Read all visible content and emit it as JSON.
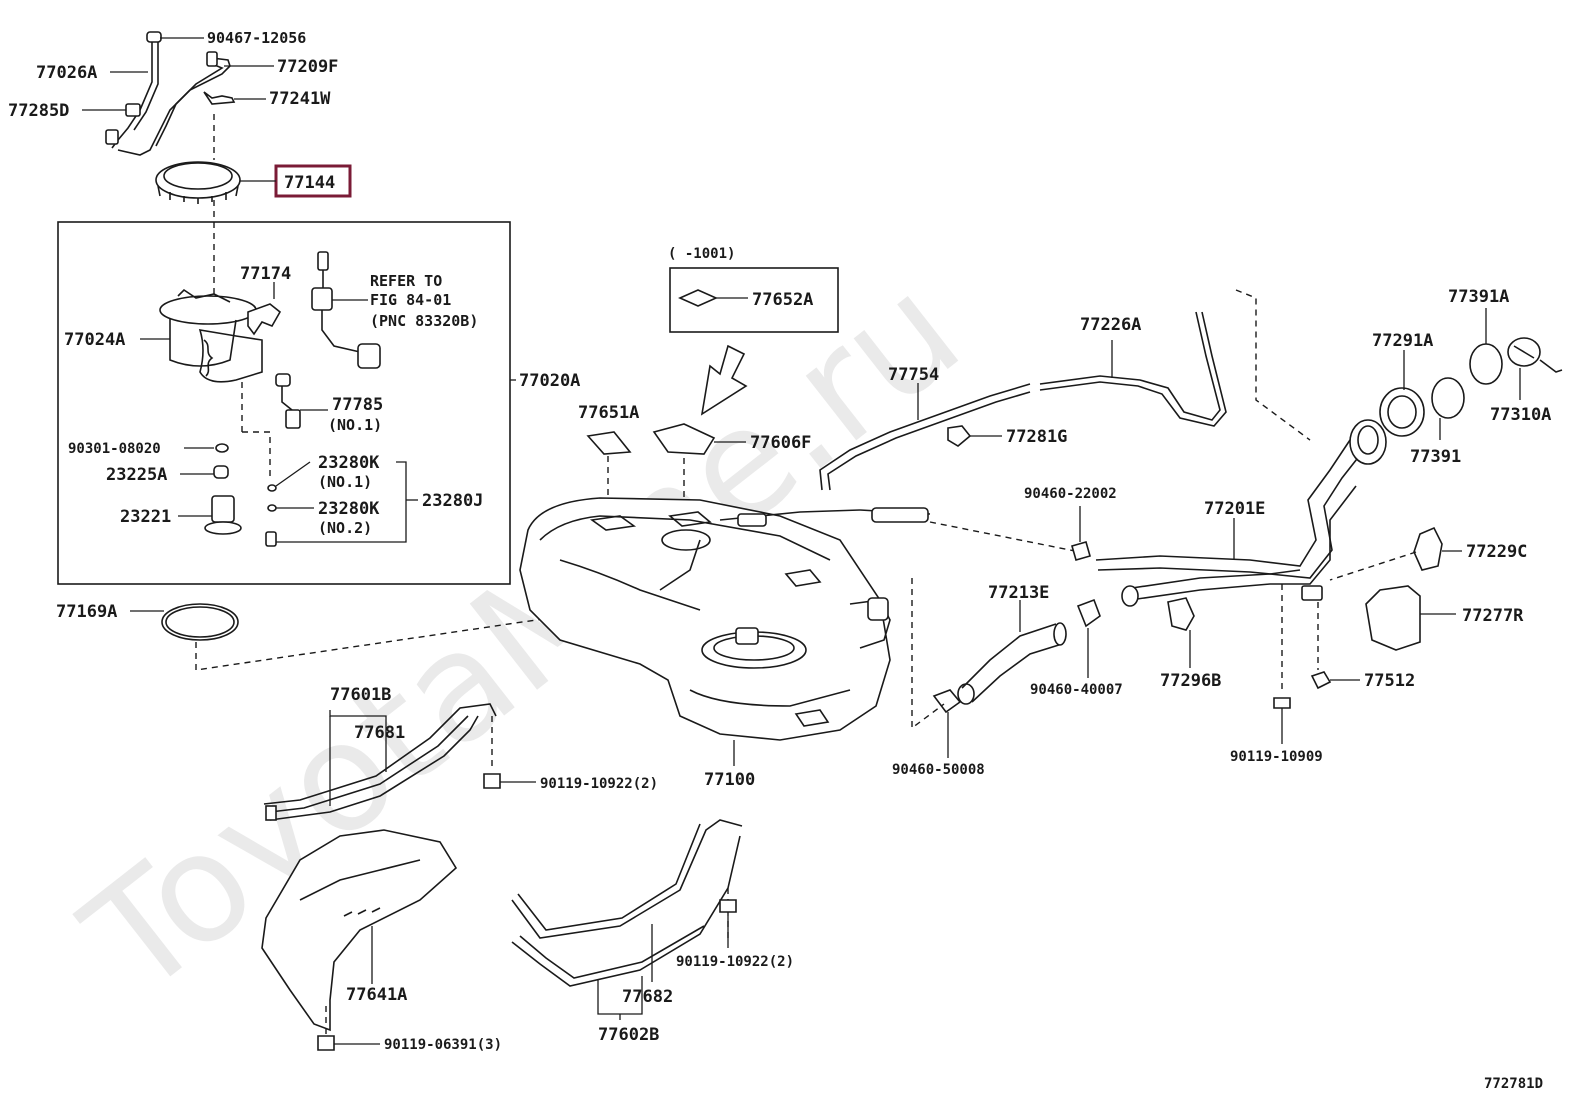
{
  "watermark": "ToyotaMine.ru",
  "highlight_color": "#7a1b36",
  "figure_code": "772781D",
  "refer_note": [
    "REFER TO",
    "FIG 84-01",
    "(PNC 83320B)"
  ],
  "serial_note": "(     -1001)",
  "labels": {
    "p90467_12056": "90467-12056",
    "p77026A": "77026A",
    "p77209F": "77209F",
    "p77241W": "77241W",
    "p77285D": "77285D",
    "p77144": "77144",
    "p77174": "77174",
    "p77024A": "77024A",
    "p77020A": "77020A",
    "p77785": "77785",
    "p77785_no": "(NO.1)",
    "p90301_08020": "90301-08020",
    "p23225A": "23225A",
    "p23221": "23221",
    "p23280K_1": "23280K",
    "p23280K_1_no": "(NO.1)",
    "p23280K_2": "23280K",
    "p23280K_2_no": "(NO.2)",
    "p23280J": "23280J",
    "p77169A": "77169A",
    "p77652A": "77652A",
    "p77651A": "77651A",
    "p77606F": "77606F",
    "p77754": "77754",
    "p77226A": "77226A",
    "p77281G": "77281G",
    "p77291A": "77291A",
    "p77391A": "77391A",
    "p77310A": "77310A",
    "p77391": "77391",
    "p90460_22002": "90460-22002",
    "p77201E": "77201E",
    "p77229C": "77229C",
    "p77213E": "77213E",
    "p77277R": "77277R",
    "p77296B": "77296B",
    "p90460_40007": "90460-40007",
    "p77512": "77512",
    "p90119_10909": "90119-10909",
    "p90460_50008": "90460-50008",
    "p77601B": "77601B",
    "p77681": "77681",
    "p90119_10922a": "90119-10922(2)",
    "p77100": "77100",
    "p77641A": "77641A",
    "p90119_06391": "90119-06391(3)",
    "p90119_10922b": "90119-10922(2)",
    "p77682": "77682",
    "p77602B": "77602B"
  }
}
